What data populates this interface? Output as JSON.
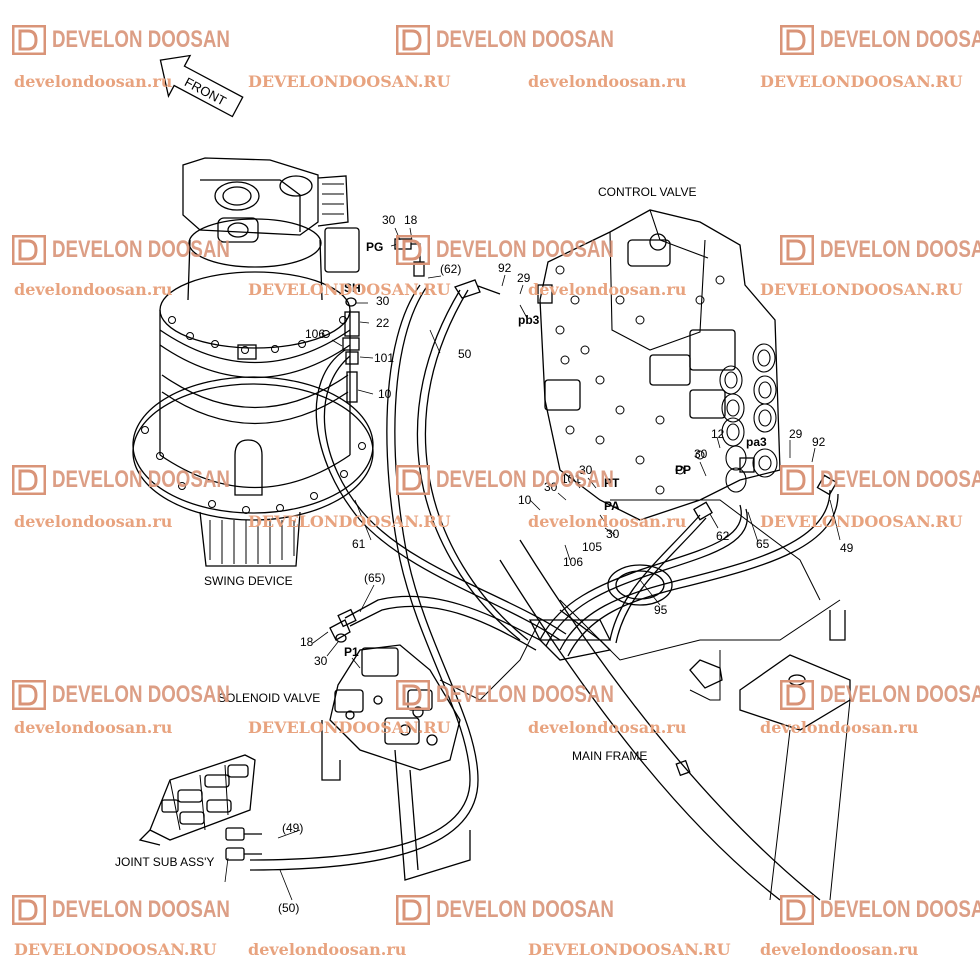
{
  "watermark": {
    "brand": "DEVELON DOOSAN",
    "urls": [
      "develondoosan.ru",
      "DEVELONDOOSAN.RU",
      "develondoosan.ru",
      "DEVELONDOOSAN.RU",
      "develondoosan.ru",
      "DEVELONDOOSAN.RU",
      "develondoosan.ru",
      "DEVELONDOOSAN.RU",
      "develondoosan.ru",
      "DEVELONDOOSAN.RU",
      "develondoosan.ru",
      "DEVELONDOOSAN.RU",
      "develondoosan.ru",
      "DEVELONDOOSAN.RU",
      "develondoosan.ru"
    ],
    "color": "#d99478"
  },
  "diagram": {
    "front_label": "FRONT",
    "component_titles": {
      "swing_device": "SWING DEVICE",
      "control_valve": "CONTROL VALVE",
      "solenoid_valve": "SOLENOID VALVE",
      "main_frame": "MAIN FRAME",
      "joint_sub_assy": "JOINT SUB ASS'Y"
    },
    "port_labels": {
      "pg": "PG",
      "sh": "SH",
      "pb3": "pb3",
      "pa3": "pa3",
      "pt": "PT",
      "pp": "PP",
      "pa": "PA",
      "p1": "P1"
    },
    "callouts": {
      "c30_top": "30",
      "c18_top": "18",
      "c62_paren": "(62)",
      "c92_top": "92",
      "c29_top": "29",
      "c50": "50",
      "c30_sh": "30",
      "c22": "22",
      "c106_left": "106",
      "c101_left": "101",
      "c10_left": "10",
      "c61": "61",
      "c30_pt": "30",
      "c101_mid": "101",
      "c30_mid": "30",
      "c10_mid": "10",
      "c30_low": "30",
      "c105": "105",
      "c106_mid": "106",
      "c30_pp": "30",
      "c12": "12",
      "c29_right": "29",
      "c92_right": "92",
      "c62": "62",
      "c65": "65",
      "c49": "49",
      "c95": "95",
      "c65_paren": "(65)",
      "c18_sol": "18",
      "c30_sol": "30",
      "c49_paren": "(49)",
      "c50_paren": "(50)"
    }
  }
}
